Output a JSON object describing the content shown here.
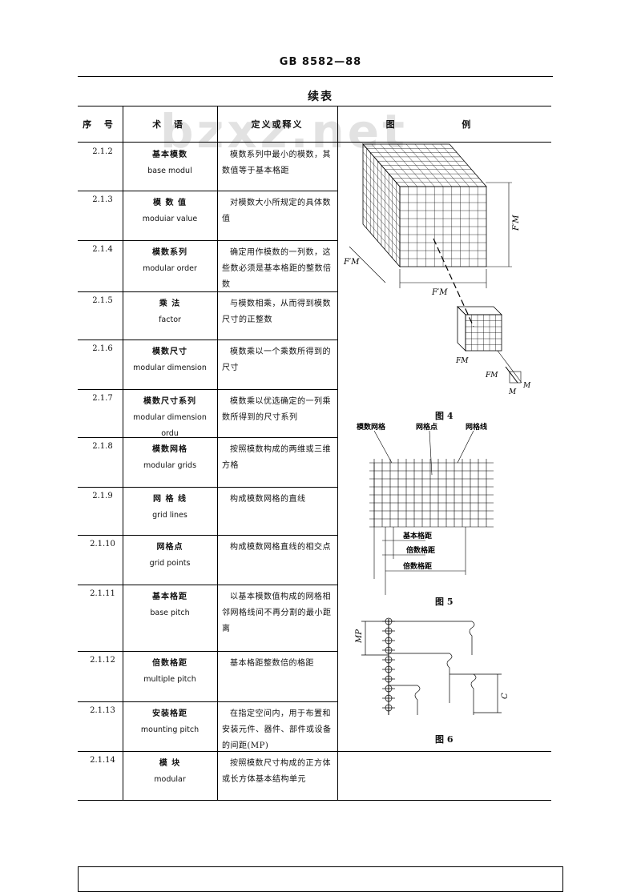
{
  "header": {
    "doc_code": "GB 8582—88",
    "continued": "续表"
  },
  "watermark": "bzxz.net",
  "table": {
    "columns": {
      "no": "序 号",
      "term": "术 语",
      "def": "定义或释义",
      "figure": "图 例"
    },
    "rows": [
      {
        "no": "2.1.2",
        "zh": "基本模数",
        "en": "base modul",
        "def": "模数系列中最小的模数，其数值等于基本格距"
      },
      {
        "no": "2.1.3",
        "zh": "模 数 值",
        "en": "moduiar value",
        "def": "对模数大小所规定的具体数值"
      },
      {
        "no": "2.1.4",
        "zh": "模数系列",
        "en": "modular order",
        "def": "确定用作模数的一列数，这些数必须是基本格距的整数倍数"
      },
      {
        "no": "2.1.5",
        "zh": "乘 法",
        "en": "factor",
        "def": "与模数相乘，从而得到模数尺寸的正整数"
      },
      {
        "no": "2.1.6",
        "zh": "模数尺寸",
        "en": "modular dimension",
        "def": "模数乘以一个乘数所得到的尺寸"
      },
      {
        "no": "2.1.7",
        "zh": "模数尺寸系列",
        "en": "modular dimension ordu",
        "def": "模数乘以优选确定的一列乘数所得到的尺寸系列"
      },
      {
        "no": "2.1.8",
        "zh": "模数网格",
        "en": "modular grids",
        "def": "按照模数构成的两维或三维方格"
      },
      {
        "no": "2.1.9",
        "zh": "网 格 线",
        "en": "grid lines",
        "def": "构成模数网格的直线"
      },
      {
        "no": "2.1.10",
        "zh": "网格点",
        "en": "grid points",
        "def": "构成模数网格直线的相交点"
      },
      {
        "no": "2.1.11",
        "zh": "基本格距",
        "en": "base pitch",
        "def": "以基本模数值构成的网格相邻网格线间不再分割的最小距离"
      },
      {
        "no": "2.1.12",
        "zh": "倍数格距",
        "en": "multiple pitch",
        "def": "基本格距整数倍的格距"
      },
      {
        "no": "2.1.13",
        "zh": "安装格距",
        "en": "mounting pitch",
        "def": "在指定空间内，用于布置和安装元件、器件、部件或设备的间距(MP)"
      },
      {
        "no": "2.1.14",
        "zh": "模 块",
        "en": "modular",
        "def": "按照模数尺寸构成的正方体或长方体基本结构单元"
      }
    ]
  },
  "figures": {
    "fig4": {
      "caption": "图 4",
      "label_fm_prime": "F′M",
      "label_fm": "FM",
      "label_m": "M"
    },
    "fig5": {
      "caption": "图 5",
      "label_grid": "模数网格",
      "label_points": "网格点",
      "label_lines": "网格线",
      "label_base": "基本格距",
      "label_multiple": "倍数格距"
    },
    "fig6": {
      "caption": "图 6",
      "label_mp": "MP",
      "label_c": "C"
    }
  }
}
